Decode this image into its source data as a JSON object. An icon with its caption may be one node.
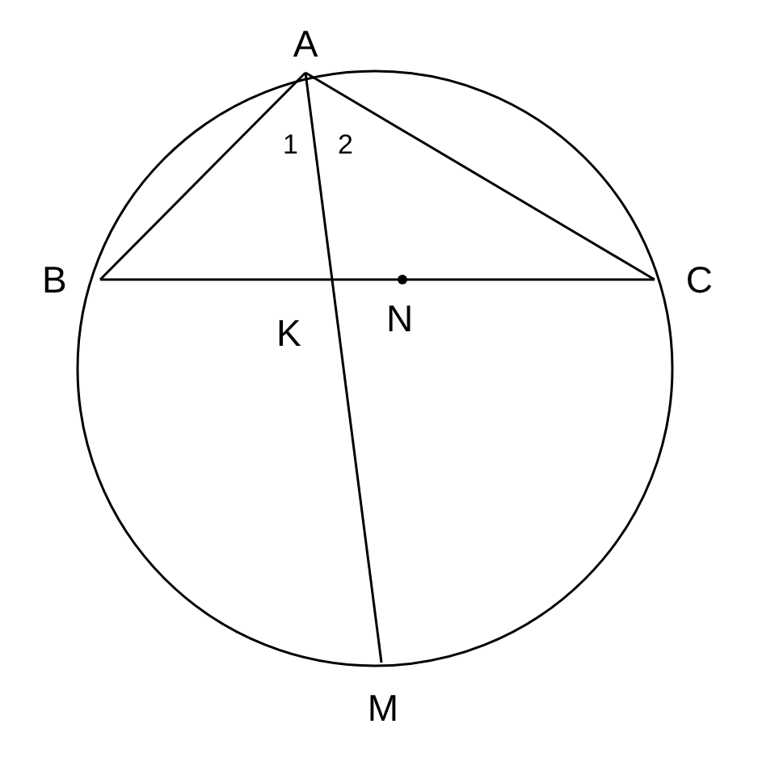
{
  "diagram": {
    "nodes": [
      {
        "text": [
          "A"
        ]
      },
      {
        "text": [
          "B"
        ]
      },
      {
        "text": [
          "C"
        ]
      },
      {
        "text": [
          "M"
        ]
      }
    ],
    "edges": [
      {
        "from": 0,
        "to": 1,
        "arrow": "none"
      },
      {
        "from": 0,
        "to": 2,
        "arrow": "none"
      },
      {
        "from": 1,
        "to": 2,
        "arrow": "none"
      },
      {
        "from": 0,
        "to": 3,
        "arrow": "none"
      }
    ],
    "labels": [
      "1",
      "2",
      "K",
      "N"
    ]
  }
}
